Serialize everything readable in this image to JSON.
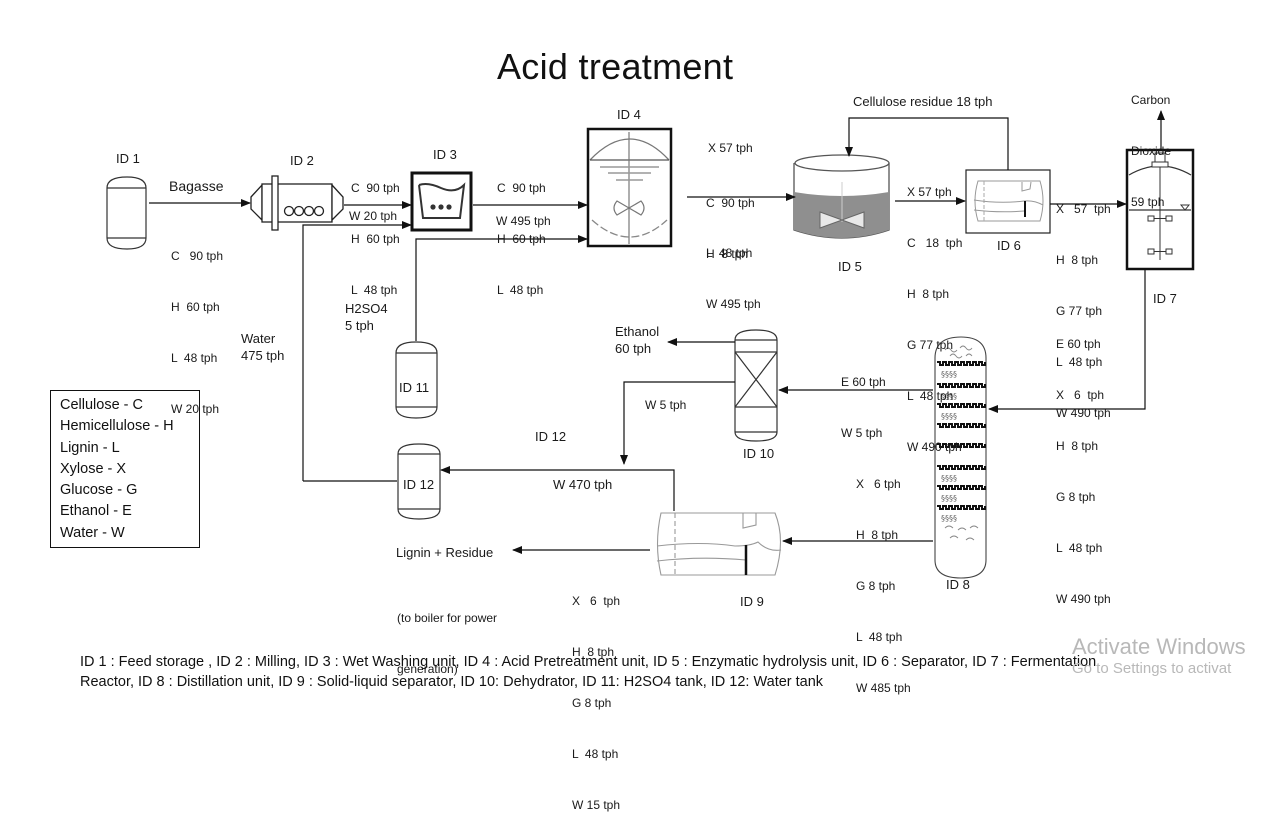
{
  "title": "Acid treatment",
  "units": {
    "id1": "ID 1",
    "id2": "ID 2",
    "id3": "ID 3",
    "id4": "ID 4",
    "id5": "ID 5",
    "id6": "ID 6",
    "id7": "ID 7",
    "id8": "ID 8",
    "id9": "ID 9",
    "id10": "ID 10",
    "id11": "ID 11",
    "id12": "ID 12",
    "id12_label_above_line": "ID 12"
  },
  "labels": {
    "bagasse": "Bagasse",
    "cellulose_residue": "Cellulose residue 18 tph",
    "co2": [
      "Carbon",
      "Dioxide",
      "59 tph"
    ],
    "ethanol": [
      "Ethanol",
      "60 tph"
    ],
    "h2so4": [
      "H2SO4",
      "5 tph"
    ],
    "water": [
      "Water",
      "475 tph"
    ],
    "lignin": "Lignin + Residue",
    "lignin_note": [
      "(to boiler for power",
      "generation)"
    ],
    "w_5": "W 5 tph",
    "w_470": "W 470 tph"
  },
  "streams": {
    "id1_to_id2": [
      "C   90 tph",
      "H  60 tph",
      "L  48 tph",
      "W 20 tph"
    ],
    "id2_to_id3_solids": [
      "C  90 tph",
      "H  60 tph",
      "L  48 tph"
    ],
    "id2_to_id3_water": "W 20 tph",
    "id3_to_id4_solids": [
      "C  90 tph",
      "H  60 tph",
      "L  48 tph"
    ],
    "id3_to_id4_water": "W 495 tph",
    "id4_to_id5_top": [
      "X 57 tph",
      "C  90 tph",
      "H  8 tph"
    ],
    "id4_to_id5_bottom": [
      "L  48 tph",
      "W 495 tph"
    ],
    "id5_to_id6": [
      "X 57 tph",
      "C   18  tph",
      "H  8 tph",
      "G 77 tph",
      "L  48 tph",
      "W 490 tph"
    ],
    "id6_to_id7": [
      "X   57  tph",
      "H  8 tph",
      "G 77 tph",
      "L  48 tph",
      "W 490 tph"
    ],
    "id7_to_id8": [
      "E 60 tph",
      "X   6  tph",
      "H  8 tph",
      "G 8 tph",
      "L  48 tph",
      "W 490 tph"
    ],
    "id8_to_id10": [
      "E 60 tph",
      "W 5 tph"
    ],
    "id8_to_id9": [
      "X   6 tph",
      "H  8 tph",
      "G 8 tph",
      "L  48 tph",
      "W 485 tph"
    ],
    "id9_to_lignin": [
      "X   6  tph",
      "H  8 tph",
      "G 8 tph",
      "L  48 tph",
      "W 15 tph"
    ]
  },
  "legend": [
    "Cellulose - C",
    "Hemicellulose - H",
    "Lignin - L",
    "Xylose - X",
    "Glucose - G",
    "Ethanol - E",
    "Water - W"
  ],
  "footer": [
    "ID 1 : Feed storage ,  ID 2 :  Milling,  ID 3 : Wet Washing unit, ID 4 : Acid Pretreatment unit, ID 5 : Enzymatic hydrolysis unit, ID 6 : Separator,  ID 7 :  Fermentation",
    "Reactor, ID 8 : Distillation unit,  ID 9 :  Solid-liquid separator, ID 10:  Dehydrator, ID 11: H2SO4 tank, ID 12: Water tank"
  ],
  "watermark": {
    "line1": "Activate Windows",
    "line2": "Go to Settings to activat"
  }
}
